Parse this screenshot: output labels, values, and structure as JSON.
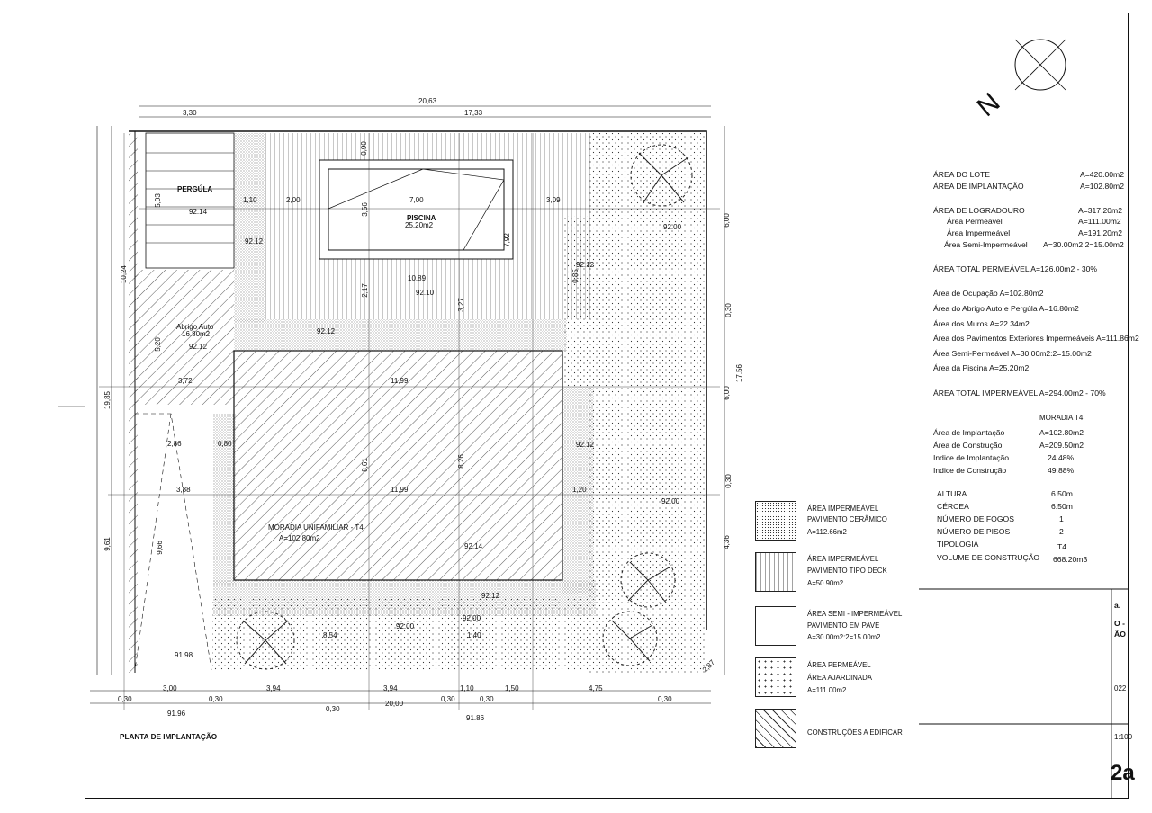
{
  "drawing_title": "PLANTA DE IMPLANTAÇÃO",
  "north_label": "N",
  "spaces": {
    "pergola": "PERGÚLA",
    "piscina": "PISCINA",
    "piscina_area": "25.20m2",
    "abrigo": "Abrigo Auto",
    "abrigo_area": "16.80m2",
    "moradia": "MORADIA UNIFAMILIAR - T4",
    "moradia_area": "A=102.80m2"
  },
  "dimensions": {
    "top_total": "20,63",
    "top_left": "3,30",
    "top_right": "17,33",
    "left_upper": "10,24",
    "left_total": "19,85",
    "left_lower": "9,61",
    "left_inner": "9,66",
    "bottom_total": "20,00",
    "bottom_segments": [
      "0,30",
      "3,00",
      "0,30",
      "3,94",
      "3,94",
      "0,30",
      "1,10",
      "0,30",
      "1,50",
      "4,75",
      "0,30"
    ],
    "bottom_inner": "0,30",
    "right_a": "6,00",
    "right_b": "17,56",
    "right_c": "6,00",
    "right_d": "4,36",
    "right_e": "0,30",
    "right_f": "0,30",
    "corner": "2,87",
    "interior": [
      "1,10",
      "2,00",
      "7,00",
      "3,09",
      "10,89",
      "3,72",
      "11,99",
      "2,86",
      "0,80",
      "3,88",
      "11,99",
      "1,20",
      "8,54",
      "1,40",
      "5,20",
      "5,03",
      "3,56",
      "7,92",
      "2,17",
      "3,27",
      "8,61",
      "8,26",
      "0,90",
      "0,85"
    ]
  },
  "levels": [
    "92.14",
    "92.12",
    "92.12",
    "92.00",
    "92.10",
    "92.12",
    "92.12",
    "92.12",
    "92.00",
    "92.14",
    "92.12",
    "92.00",
    "92.00",
    "91.98",
    "91.96",
    "91.86"
  ],
  "legend": [
    {
      "lines": [
        "ÁREA IMPERMEÁVEL",
        "PAVIMENTO CERÂMICO",
        "A=112.66m2"
      ],
      "pattern": "dots-dense"
    },
    {
      "lines": [
        "ÁREA IMPERMEÁVEL",
        "PAVIMENTO TIPO DECK",
        "A=50.90m2"
      ],
      "pattern": "vertical-lines"
    },
    {
      "lines": [
        "ÁREA SEMI - IMPERMEÁVEL",
        "PAVIMENTO EM PAVE",
        "A=30.00m2:2=15.00m2"
      ],
      "pattern": "blank"
    },
    {
      "lines": [
        "ÁREA PERMEÁVEL",
        "ÁREA AJARDINADA",
        "A=111.00m2"
      ],
      "pattern": "dots-sparse"
    },
    {
      "lines": [
        "CONSTRUÇÕES A EDIFICAR"
      ],
      "pattern": "hatch"
    }
  ],
  "summary": {
    "area_lote_label": "ÁREA DO LOTE",
    "area_lote": "A=420.00m2",
    "area_implantacao_label": "ÁREA DE IMPLANTAÇÃO",
    "area_implantacao": "A=102.80m2",
    "area_logradouro_label": "ÁREA DE LOGRADOURO",
    "area_logradouro": "A=317.20m2",
    "permeavel_label": "Área Permeável",
    "permeavel": "A=111.00m2",
    "impermeavel_label": "Área Impermeável",
    "impermeavel": "A=191.20m2",
    "semi_label": "Área Semi-Impermeável",
    "semi": "A=30.00m2:2=15.00m2",
    "total_permeavel": "ÁREA TOTAL PERMEÁVEL A=126.00m2 - 30%",
    "ocupacao": "Área de Ocupação A=102.80m2",
    "abrigo": "Área do Abrigo Auto e Pergúla A=16.80m2",
    "muros": "Área dos Muros A=22.34m2",
    "pavimentos": "Área dos Pavimentos Exteriores Impermeáveis A=111.86m2",
    "semi_permeavel": "Área Semi-Permeável  A=30.00m2:2=15.00m2",
    "piscina": "Área da Piscina A=25.20m2",
    "total_impermeavel": "ÁREA TOTAL IMPERMEÁVEL A=294.00m2 - 70%"
  },
  "moradia_table": {
    "header": "MORADIA T4",
    "rows": [
      {
        "label": "Área de Implantação",
        "value": "A=102.80m2"
      },
      {
        "label": "Área de  Construção",
        "value": "A=209.50m2"
      },
      {
        "label": "Indice de Implantação",
        "value": "24.48%"
      },
      {
        "label": "Indice de Construção",
        "value": "49.88%"
      }
    ]
  },
  "params": [
    {
      "label": "ALTURA",
      "value": "6.50m"
    },
    {
      "label": "CÉRCEA",
      "value": "6.50m"
    },
    {
      "label": "NÚMERO DE FOGOS",
      "value": "1"
    },
    {
      "label": "NÚMERO DE PISOS",
      "value": "2"
    },
    {
      "label": "TIPOLOGIA",
      "value": "T4"
    },
    {
      "label": "VOLUME DE CONSTRUÇÃO",
      "value": "668.20m3"
    }
  ],
  "titleblock": {
    "frag1": "a.",
    "frag2": "O -",
    "frag3": "ÃO",
    "frag4": "022",
    "scale": "1:100",
    "sheet": "2a"
  }
}
